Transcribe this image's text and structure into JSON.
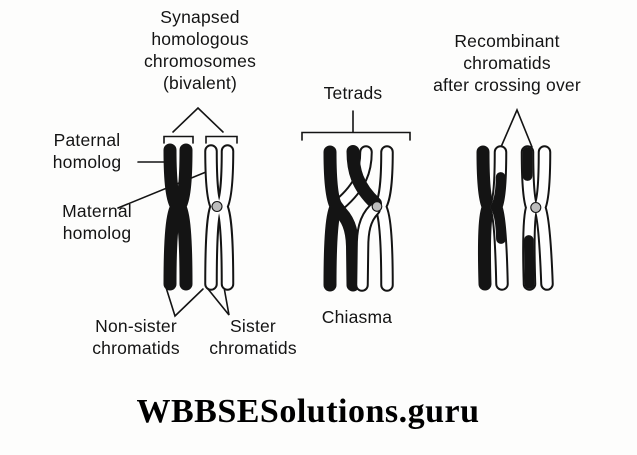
{
  "figure": {
    "labels": {
      "bivalent": "Synapsed\nhomologous\nchromosomes\n(bivalent)",
      "paternal": "Paternal\nhomolog",
      "maternal": "Maternal\nhomolog",
      "non_sister": "Non-sister\nchromatids",
      "sister": "Sister\nchromatids",
      "tetrads": "Tetrads",
      "chiasma": "Chiasma",
      "recombinant": "Recombinant\nchromatids\nafter crossing over"
    },
    "colors": {
      "ink": "#141414",
      "chromatid_white": "#ffffff",
      "centromere_gray": "#bcbcbc",
      "background": "#fdfdfc"
    }
  },
  "watermark": {
    "text": "WBBSESolutions.guru"
  }
}
